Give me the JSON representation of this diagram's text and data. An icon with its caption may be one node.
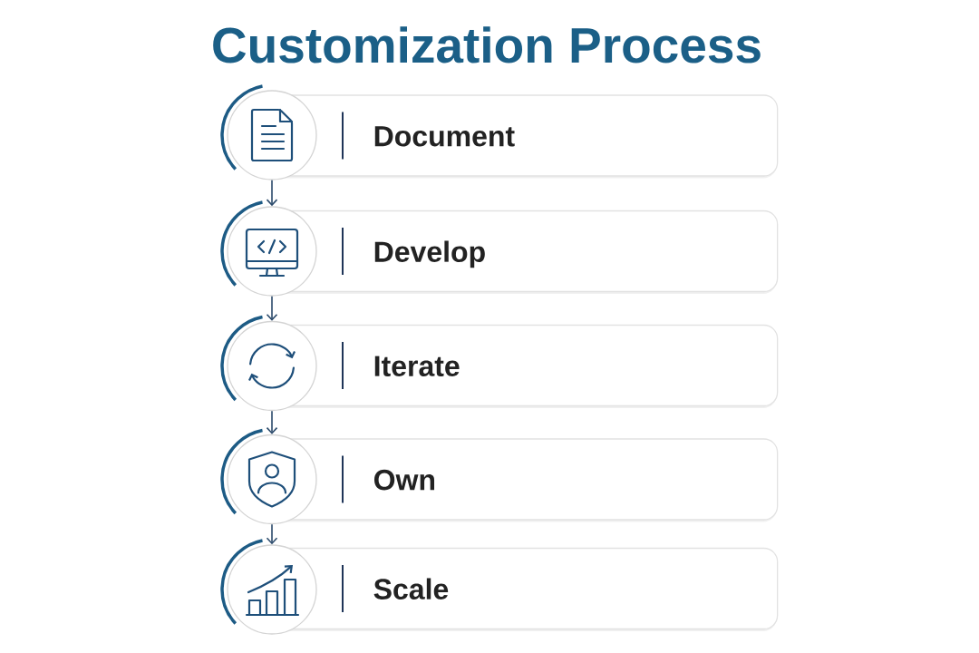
{
  "diagram": {
    "title": "Customization Process",
    "nodes": [
      {
        "text": [],
        "shape": "circle"
      },
      {
        "text": [
          "Document"
        ]
      },
      {
        "text": [],
        "shape": "circle"
      },
      {
        "text": [
          "Develop"
        ]
      },
      {
        "text": [],
        "shape": "circle"
      },
      {
        "text": [
          "Iterate"
        ]
      },
      {
        "text": [],
        "shape": "circle"
      },
      {
        "text": [
          "Own"
        ]
      },
      {
        "text": [],
        "shape": "circle"
      },
      {
        "text": [
          "Scale"
        ]
      }
    ],
    "edges": [
      {
        "from": 0,
        "to": 2,
        "arrow": "to"
      },
      {
        "from": 2,
        "to": 4,
        "arrow": "to"
      },
      {
        "from": 4,
        "to": 6,
        "arrow": "to"
      },
      {
        "from": 6,
        "to": 8,
        "arrow": "to"
      }
    ]
  }
}
